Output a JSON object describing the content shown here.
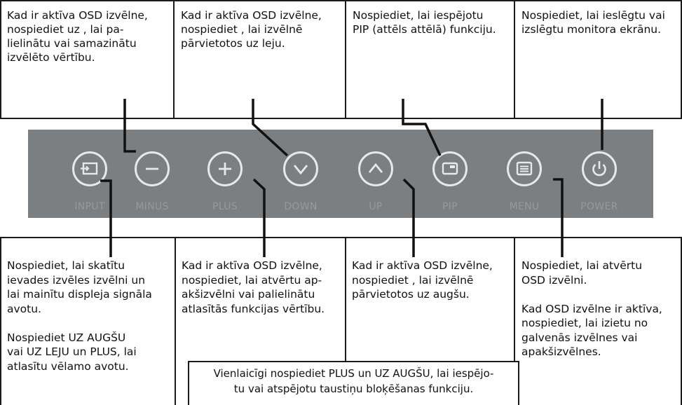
{
  "top_notes": [
    "Kad ir aktīva OSD izvēlne,\nnospiediet uz , lai pa-\nlielinātu vai samazinātu\nizvēlēto vērtību.",
    "Kad ir aktīva OSD izvēlne,\nnospiediet , lai izvēlnē\npārvietotos uz leju.",
    "Nospiediet, lai iespējotu\nPIP (attēls attēlā) funkciju.",
    "Nospiediet, lai ieslēgtu vai\nizslēgtu monitora ekrānu."
  ],
  "bottom_notes": [
    "Nospiediet, lai skatītu\nievades izvēles izvēlni un\nlai mainītu displeja signāla\navotu.\n\nNospiediet UZ AUGŠU\nvai UZ LEJU un PLUS, lai\natlasītu vēlamo avotu.",
    "Kad ir aktīva OSD izvēlne,\nnospiediet, lai atvērtu ap-\nakšizvēlni vai palielinātu\natlasītās funkcijas vērtību.",
    "Kad ir aktīva OSD izvēlne,\nnospiediet , lai izvēlnē\npārvietotos uz augšu.",
    "Nospiediet, lai atvērtu\nOSD izvēlni.\n\nKad OSD izvēlne ir aktīva,\nnospiediet, lai izietu no\ngalvenās izvēlnes vai\napakšizvēlnes."
  ],
  "combo_note": "Vienlaicīgi nospiediet PLUS un UZ AUGŠU, lai iespējo-\ntu vai atspējotu taustiņu bloķēšanas funkciju.",
  "buttons": [
    {
      "label": "INPUT",
      "icon": "input-icon"
    },
    {
      "label": "MINUS",
      "icon": "minus-icon"
    },
    {
      "label": "PLUS",
      "icon": "plus-icon"
    },
    {
      "label": "DOWN",
      "icon": "chevron-down-icon"
    },
    {
      "label": "UP",
      "icon": "chevron-up-icon"
    },
    {
      "label": "PIP",
      "icon": "pip-icon"
    },
    {
      "label": "MENU",
      "icon": "menu-icon"
    },
    {
      "label": "POWER",
      "icon": "power-icon"
    }
  ],
  "colors": {
    "panel": "#7b7f82",
    "button_outline": "#e8e8e8",
    "button_label": "#96999c"
  }
}
